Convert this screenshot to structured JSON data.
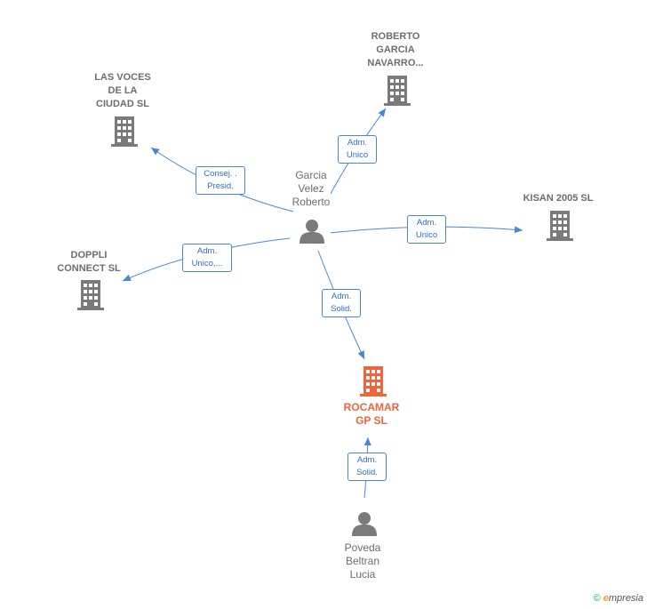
{
  "nodes": {
    "center_person": {
      "lines": [
        "Garcia",
        "Velez",
        "Roberto"
      ]
    },
    "roberto": {
      "lines": [
        "ROBERTO",
        "GARCIA",
        "NAVARRO..."
      ]
    },
    "las_voces": {
      "lines": [
        "LAS VOCES",
        "DE LA",
        "CIUDAD  SL"
      ]
    },
    "kisan": {
      "lines": [
        "KISAN 2005 SL"
      ]
    },
    "doppli": {
      "lines": [
        "DOPPLI",
        "CONNECT  SL"
      ]
    },
    "rocamar": {
      "lines": [
        "ROCAMAR",
        "GP  SL"
      ]
    },
    "poveda": {
      "lines": [
        "Poveda",
        "Beltran",
        "Lucia"
      ]
    }
  },
  "edges": {
    "to_roberto": {
      "lines": [
        "Adm.",
        "Unico"
      ]
    },
    "to_las_voces": {
      "lines": [
        "Consej. .",
        "Presid."
      ]
    },
    "to_kisan": {
      "lines": [
        "Adm.",
        "Unico"
      ]
    },
    "to_doppli": {
      "lines": [
        "Adm.",
        "Unico,..."
      ]
    },
    "to_rocamar": {
      "lines": [
        "Adm.",
        "Solid."
      ]
    },
    "poveda_to_rocamar": {
      "lines": [
        "Adm.",
        "Solid."
      ]
    }
  },
  "footer": {
    "copyright": "©",
    "brand_initial": "e",
    "brand_rest": "mpresia"
  },
  "colors": {
    "edge": "#4a86d8",
    "building": "#7a7a7a",
    "focus_building": "#f0643c",
    "person": "#7a7a7a"
  }
}
